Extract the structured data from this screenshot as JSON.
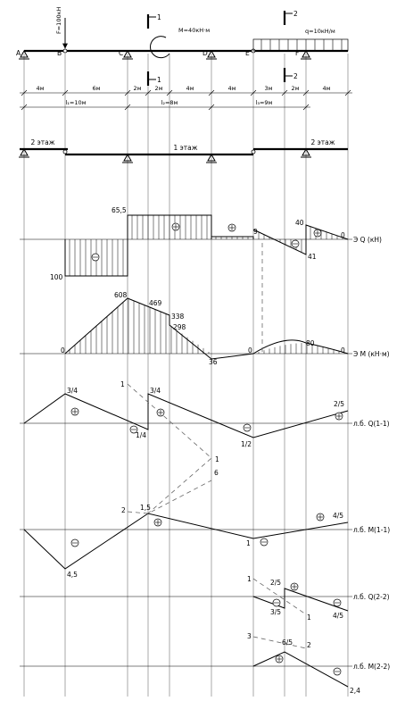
{
  "supports": [
    {
      "id": "A",
      "label": "A"
    },
    {
      "id": "B",
      "label": "B"
    },
    {
      "id": "C",
      "label": "C"
    },
    {
      "id": "D",
      "label": "D"
    },
    {
      "id": "E",
      "label": "E"
    },
    {
      "id": "F",
      "label": "F"
    }
  ],
  "loads": {
    "force": "F=100кН",
    "moment": "M=40кН·м",
    "distributed": "q=10кН/м",
    "section1": "1",
    "section2": "2"
  },
  "spans": [
    "4м",
    "6м",
    "2м",
    "2м",
    "4м",
    "4м",
    "3м",
    "2м",
    "4м"
  ],
  "lengths": [
    "l₁=10м",
    "l₂=8м",
    "l₃=9м"
  ],
  "floors": [
    "2 этаж",
    "1 этаж",
    "2 этаж"
  ],
  "diagrams": {
    "Q": {
      "label": "Э Q (кН)",
      "values": [
        "65,5",
        "100",
        "9",
        "40",
        "41",
        "0"
      ]
    },
    "M": {
      "label": "Э M (кН·м)",
      "values": [
        "608",
        "469",
        "338",
        "298",
        "36",
        "0",
        "80",
        "0",
        "0"
      ]
    },
    "LQ1": {
      "label": "л.б. Q(1-1)",
      "values": [
        "1",
        "3/4",
        "3/4",
        "1/4",
        "1/2",
        "1",
        "6",
        "2/5"
      ]
    },
    "LM1": {
      "label": "л.б. M(1-1)",
      "values": [
        "2",
        "1,5",
        "4,5",
        "1",
        "4/5"
      ]
    },
    "LQ2": {
      "label": "л.б. Q(2-2)",
      "values": [
        "1",
        "2/5",
        "3/5",
        "1",
        "4/5"
      ]
    },
    "LM2": {
      "label": "л.б. M(2-2)",
      "values": [
        "3",
        "6/5",
        "2",
        "2,4"
      ]
    }
  }
}
